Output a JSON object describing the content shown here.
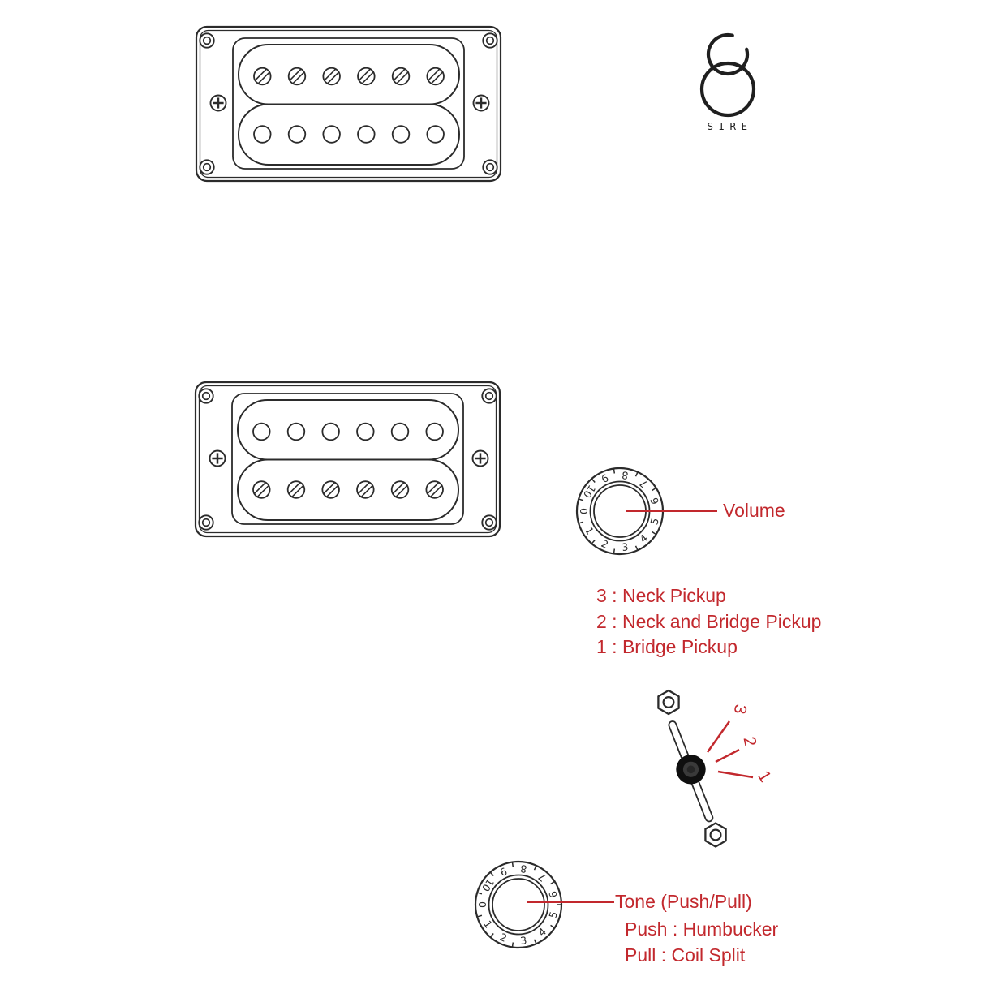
{
  "colors": {
    "line": "#2b2b2b",
    "accent_red": "#c2282d",
    "switch_knob_black": "#0f0f0f"
  },
  "logo": {
    "brand": "SIRE"
  },
  "pickups": [
    {
      "id": "neck-humbucker",
      "coils": 2,
      "poles_per_coil": 6,
      "slotted_row": "top"
    },
    {
      "id": "bridge-humbucker",
      "coils": 2,
      "poles_per_coil": 6,
      "slotted_row": "bottom"
    }
  ],
  "volume_knob": {
    "label": "Volume",
    "dial_numbers": [
      "0",
      "1",
      "2",
      "3",
      "4",
      "5",
      "6",
      "7",
      "8",
      "9",
      "10"
    ]
  },
  "selector_legend": {
    "items": [
      "3 : Neck Pickup",
      "2 : Neck and Bridge Pickup",
      "1 : Bridge Pickup"
    ]
  },
  "pickup_switch": {
    "positions": [
      "3",
      "2",
      "1"
    ]
  },
  "tone_knob": {
    "label": "Tone (Push/Pull)",
    "push_label": "Push : Humbucker",
    "pull_label": "Pull : Coil Split",
    "dial_numbers": [
      "0",
      "1",
      "2",
      "3",
      "4",
      "5",
      "6",
      "7",
      "8",
      "9",
      "10"
    ]
  }
}
